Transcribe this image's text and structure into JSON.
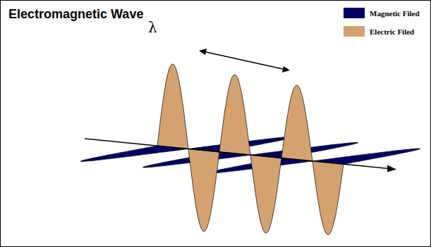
{
  "diagram": {
    "title": "Electromagnetic Wave",
    "labels": [
      "λ"
    ],
    "legend": [
      {
        "text": "Magnetic Filed",
        "color": "#000066"
      },
      {
        "text": "Electric Filed",
        "color": "#d4a26e"
      }
    ]
  }
}
